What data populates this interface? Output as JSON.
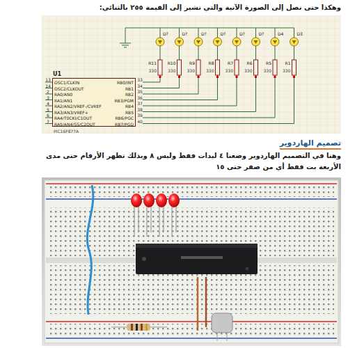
{
  "diagram": {
    "nodes": [
      {
        "text": [
          "U1"
        ]
      }
    ],
    "labels": [
      "وهكذا حتى نصل إلى الصورة الآتية والتي تشير إلى القيمة ٢٥٥ بالثنائي:",
      "13",
      "14",
      "2",
      "3",
      "4",
      "5",
      "6",
      "7",
      "OSC1/CLKIN",
      "OSC2/CLKOUT",
      "RA0/AN0",
      "RA1/AN1",
      "RA2/AN2/VREF-/CVREF",
      "RA3/AN3/VREF+",
      "RA4/T0CKI/C1OUT",
      "RA5/AN4/SS/C2OUT",
      "33",
      "34",
      "35",
      "36",
      "37",
      "38",
      "39",
      "40",
      "RB0/INT",
      "RB1",
      "RB2",
      "RB3/PGM",
      "RB4",
      "RB5",
      "RB6/PGC",
      "RB7/PGD",
      "PIC16F877A",
      "D?",
      "D?",
      "D?",
      "D?",
      "D?",
      "D?",
      "D4",
      "D3",
      "R11",
      "R10",
      "R9",
      "R8",
      "R7",
      "R6",
      "R5",
      "R1",
      "330",
      "330",
      "330",
      "330",
      "330",
      "330",
      "330",
      "330",
      "تصميم الهاردوير",
      "وهنا في التصميم الهاردوير وضعنا ٤ ليدات فقط وليس ٨ وبذلك تظهر الأرقام حتى مدى الأربعة بت فقط أي من صفر حتى ١٥"
    ]
  }
}
